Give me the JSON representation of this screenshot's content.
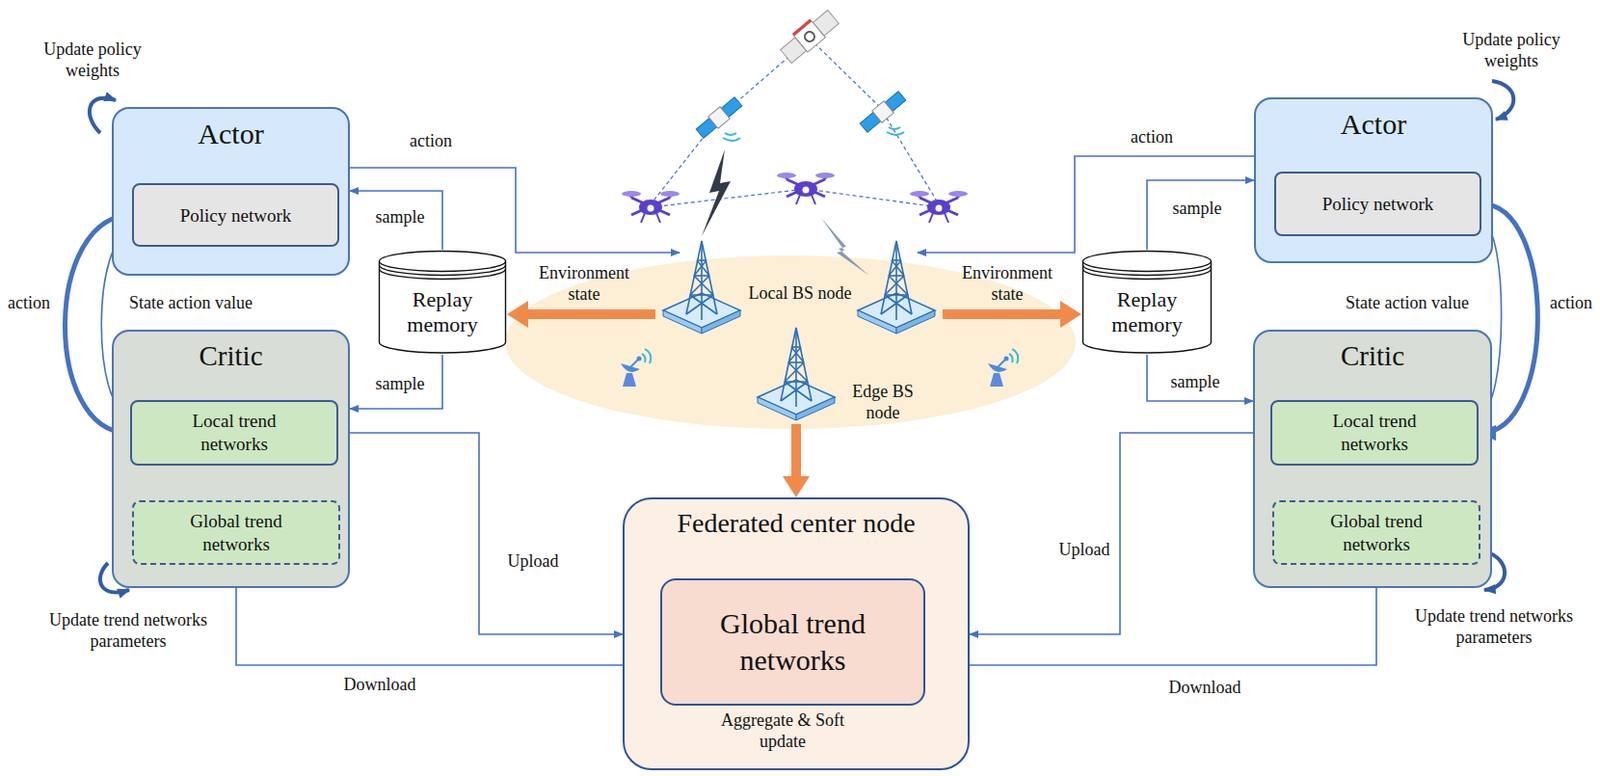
{
  "diagram": {
    "nodes": [
      {
        "text": [
          "Actor"
        ]
      },
      {
        "text": [
          "Policy network"
        ],
        "in": 0
      },
      {
        "text": [
          "Critic"
        ]
      },
      {
        "text": [
          "Local trend networks"
        ],
        "in": 2
      },
      {
        "text": [
          "Global trend networks"
        ],
        "in": 2
      },
      {
        "text": [
          "Replay memory"
        ]
      },
      {
        "text": [
          "Federated center node"
        ]
      },
      {
        "text": [
          "Global trend networks"
        ],
        "in": 6
      },
      {
        "text": [
          "Replay memory"
        ]
      },
      {
        "text": [
          "Actor"
        ]
      },
      {
        "text": [
          "Policy network"
        ],
        "in": 9
      },
      {
        "text": [
          "Critic"
        ]
      },
      {
        "text": [
          "Local trend networks"
        ],
        "in": 11
      },
      {
        "text": [
          "Global trend networks"
        ],
        "in": 11
      }
    ],
    "edges": [
      {
        "from": 5,
        "to": 0,
        "label": "sample",
        "arrow": "to"
      },
      {
        "from": 5,
        "to": 2,
        "label": "sample",
        "arrow": "to"
      },
      {
        "from": 3,
        "to": 6,
        "label": "Upload",
        "arrow": "to"
      },
      {
        "from": 6,
        "to": 4,
        "label": "Download",
        "arrow": "to"
      },
      {
        "from": 1,
        "to": 3,
        "label": "action",
        "arrow": "to"
      },
      {
        "from": 3,
        "to": 1,
        "label": "State action value",
        "arrow": "to"
      },
      {
        "from": 8,
        "to": 9,
        "label": "sample",
        "arrow": "to"
      },
      {
        "from": 8,
        "to": 11,
        "label": "sample",
        "arrow": "to"
      },
      {
        "from": 12,
        "to": 6,
        "label": "Upload",
        "arrow": "to"
      },
      {
        "from": 6,
        "to": 13,
        "label": "Download",
        "arrow": "to"
      },
      {
        "from": 10,
        "to": 12,
        "label": "action",
        "arrow": "to"
      },
      {
        "from": 12,
        "to": 10,
        "label": "State action value",
        "arrow": "to"
      }
    ],
    "labels": [
      "Update policy weights",
      "Update trend networks parameters",
      "action",
      "Environment state",
      "Local BS node",
      "Edge BS node",
      "Environment state",
      "action",
      "Aggregate & Soft update",
      "Update policy weights",
      "Update trend networks parameters"
    ]
  }
}
